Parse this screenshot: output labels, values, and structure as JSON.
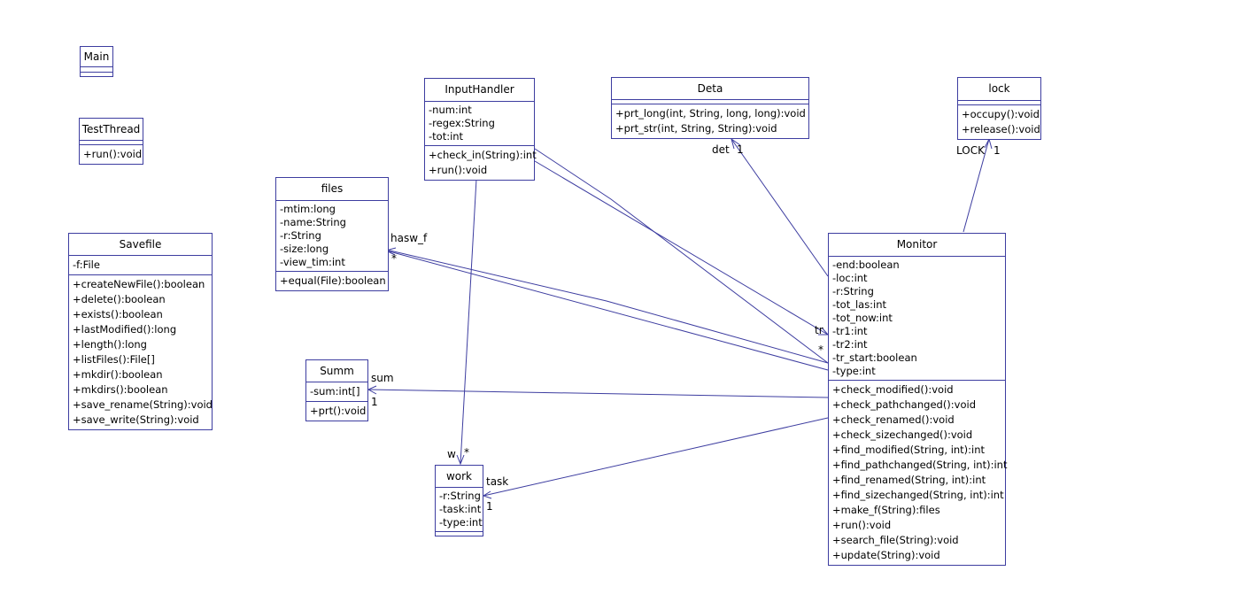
{
  "classes": {
    "main": {
      "name": "Main",
      "attributes": [],
      "operations": []
    },
    "testthread": {
      "name": "TestThread",
      "operations": [
        "+run():void"
      ]
    },
    "savefile": {
      "name": "Savefile",
      "attributes": [
        "-f:File"
      ],
      "operations": [
        "+createNewFile():boolean",
        "+delete():boolean",
        "+exists():boolean",
        "+lastModified():long",
        "+length():long",
        "+listFiles():File[]",
        "+mkdir():boolean",
        "+mkdirs():boolean",
        "+save_rename(String):void",
        "+save_write(String):void"
      ]
    },
    "files": {
      "name": "files",
      "attributes": [
        "-mtim:long",
        "-name:String",
        "-r:String",
        "-size:long",
        "-view_tim:int"
      ],
      "operations": [
        "+equal(File):boolean"
      ]
    },
    "inputhandler": {
      "name": "InputHandler",
      "attributes": [
        "-num:int",
        "-regex:String",
        "-tot:int"
      ],
      "operations": [
        "+check_in(String):int",
        "+run():void"
      ]
    },
    "deta": {
      "name": "Deta",
      "operations": [
        "+prt_long(int, String, long, long):void",
        "+prt_str(int, String, String):void"
      ]
    },
    "lock": {
      "name": "lock",
      "operations": [
        "+occupy():void",
        "+release():void"
      ]
    },
    "summ": {
      "name": "Summ",
      "attributes": [
        "-sum:int[]"
      ],
      "operations": [
        "+prt():void"
      ]
    },
    "work": {
      "name": "work",
      "attributes": [
        "-r:String",
        "-task:int",
        "-type:int"
      ],
      "operations": []
    },
    "monitor": {
      "name": "Monitor",
      "attributes": [
        "-end:boolean",
        "-loc:int",
        "-r:String",
        "-tot_las:int",
        "-tot_now:int",
        "-tr1:int",
        "-tr2:int",
        "-tr_start:boolean",
        "-type:int"
      ],
      "operations": [
        "+check_modified():void",
        "+check_pathchanged():void",
        "+check_renamed():void",
        "+check_sizechanged():void",
        "+find_modified(String, int):int",
        "+find_pathchanged(String, int):int",
        "+find_renamed(String, int):int",
        "+find_sizechanged(String, int):int",
        "+make_f(String):files",
        "+run():void",
        "+search_file(String):void",
        "+update(String):void"
      ]
    }
  },
  "labels": {
    "files_role": "hasw_f",
    "files_mult": "*",
    "deta_role": "det",
    "deta_mult": "1",
    "lock_role": "LOCK",
    "lock_mult": "1",
    "tr_role": "tr",
    "tr_mult": "*",
    "sum_role": "sum",
    "sum_mult": "1",
    "w_role": "w",
    "w_mult": "*",
    "task_role": "task",
    "task_mult": "1"
  },
  "colors": {
    "line": "#3d3da0",
    "text": "#000000"
  }
}
